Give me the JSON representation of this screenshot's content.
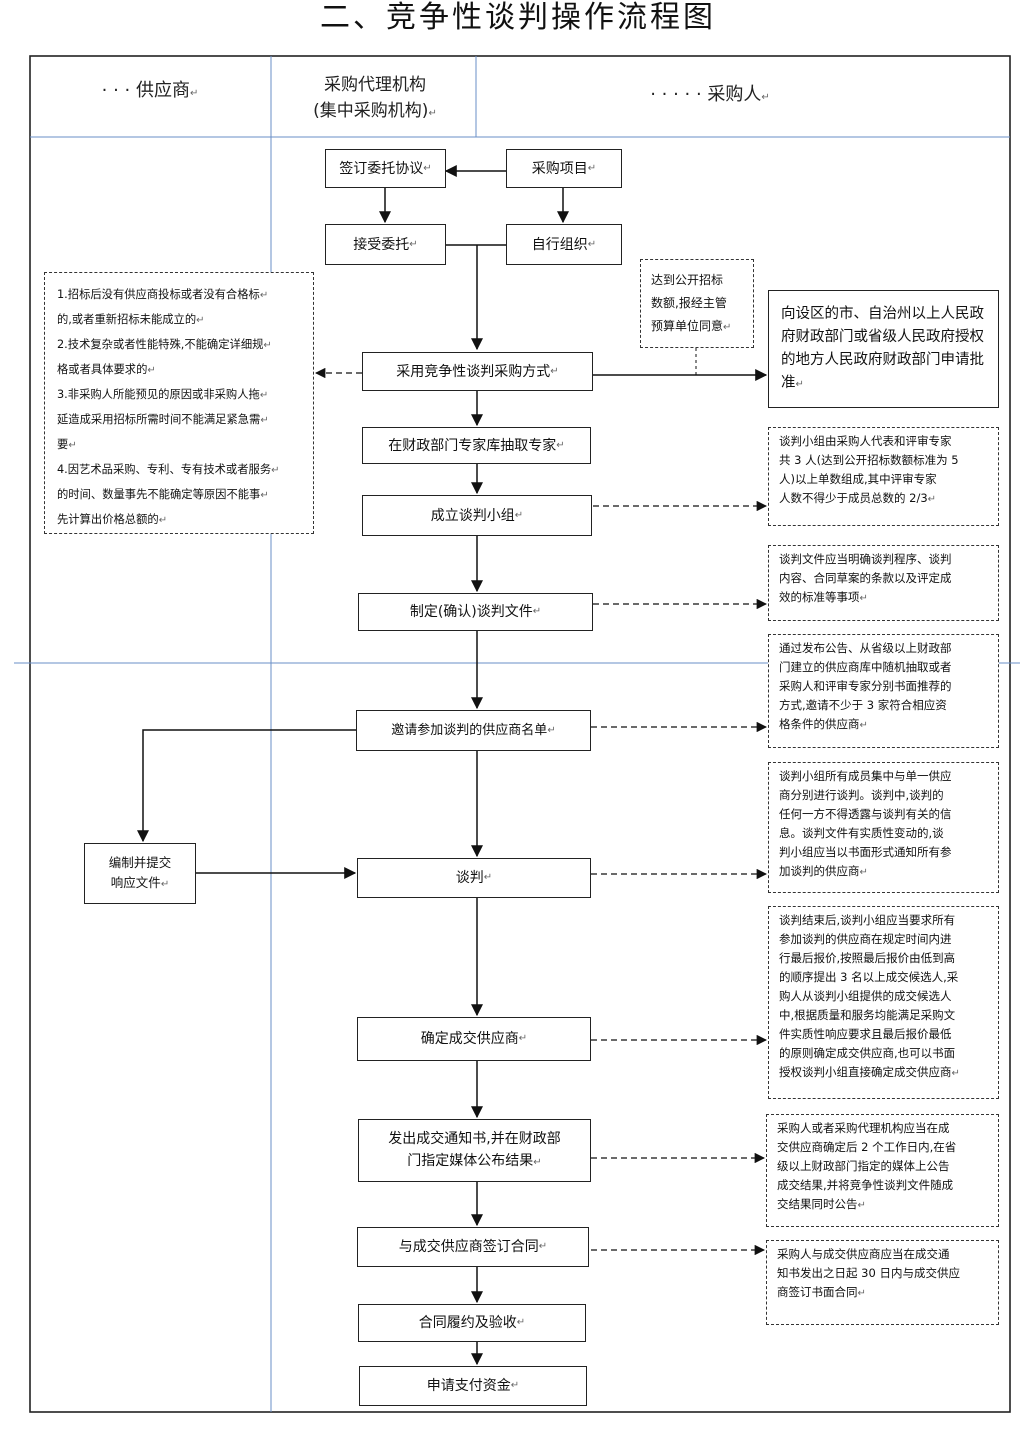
{
  "title": "二、竞争性谈判操作流程图",
  "lanes": {
    "supplier": "· · · 供应商",
    "agency_line1": "采购代理机构",
    "agency_line2": "(集中采购机构)",
    "purchaser": "· · · · · 采购人"
  },
  "boxes": {
    "sign_agreement": "签订委托协议",
    "purchase_project": "采购项目",
    "accept_entrust": "接受委托",
    "self_organize": "自行组织",
    "adopt_method": "采用竞争性谈判采购方式",
    "approval": "向设区的市、自治州以上人民政府财政部门或省级人民政府授权的地方人民政府财政部门申请批准",
    "draw_experts": "在财政部门专家库抽取专家",
    "form_team": "成立谈判小组",
    "make_docs": "制定(确认)谈判文件",
    "invite_list": "邀请参加谈判的供应商名单",
    "prepare_response_line1": "编制并提交",
    "prepare_response_line2": "响应文件",
    "negotiate": "谈判",
    "determine_supplier": "确定成交供应商",
    "notice_line1": "发出成交通知书,并在财政部",
    "notice_line2": "门指定媒体公布结果",
    "sign_contract": "与成交供应商签订合同",
    "perform_accept": "合同履约及验收",
    "apply_payment": "申请支付资金"
  },
  "notes": {
    "conditions": [
      "1.招标后没有供应商投标或者没有合格标",
      "的,或者重新招标未能成立的",
      "2.技术复杂或者性能特殊,不能确定详细规",
      "格或者具体要求的",
      "3.非采购人所能预见的原因或非采购人拖",
      "延造成采用招标所需时间不能满足紧急需",
      "要",
      "4.因艺术品采购、专利、专有技术或者服务",
      "的时间、数量事先不能确定等原因不能事",
      "先计算出价格总额的"
    ],
    "threshold": [
      "达到公开招标",
      "数额,报经主管",
      "预算单位同意"
    ],
    "team_composition": [
      "谈判小组由采购人代表和评审专家",
      "共 3 人(达到公开招标数额标准为 5",
      "人)以上单数组成,其中评审专家",
      "人数不得少于成员总数的 2/3"
    ],
    "docs_content": [
      "谈判文件应当明确谈判程序、谈判",
      "内容、合同草案的条款以及评定成",
      "效的标准等事项"
    ],
    "invite_method": [
      "通过发布公告、从省级以上财政部",
      "门建立的供应商库中随机抽取或者",
      "采购人和评审专家分别书面推荐的",
      "方式,邀请不少于 3 家符合相应资",
      "格条件的供应商"
    ],
    "negotiation_rules": [
      "谈判小组所有成员集中与单一供应",
      "商分别进行谈判。谈判中,谈判的",
      "任何一方不得透露与谈判有关的信",
      "息。谈判文件有实质性变动的,谈",
      "判小组应当以书面形式通知所有参",
      "加谈判的供应商"
    ],
    "final_offer": [
      "谈判结束后,谈判小组应当要求所有",
      "参加谈判的供应商在规定时间内进",
      "行最后报价,按照最后报价由低到高",
      "的顺序提出 3 名以上成交候选人,采",
      "购人从谈判小组提供的成交候选人",
      "中,根据质量和服务均能满足采购文",
      "件实质性响应要求且最后报价最低",
      "的原则确定成交供应商,也可以书面",
      "授权谈判小组直接确定成交供应商"
    ],
    "announce": [
      "采购人或者采购代理机构应当在成",
      "交供应商确定后 2 个工作日内,在省",
      "级以上财政部门指定的媒体上公告",
      "成交结果,并将竞争性谈判文件随成",
      "交结果同时公告"
    ],
    "contract_time": [
      "采购人与成交供应商应当在成交通",
      "知书发出之日起 30 日内与成交供应",
      "商签订书面合同"
    ]
  }
}
